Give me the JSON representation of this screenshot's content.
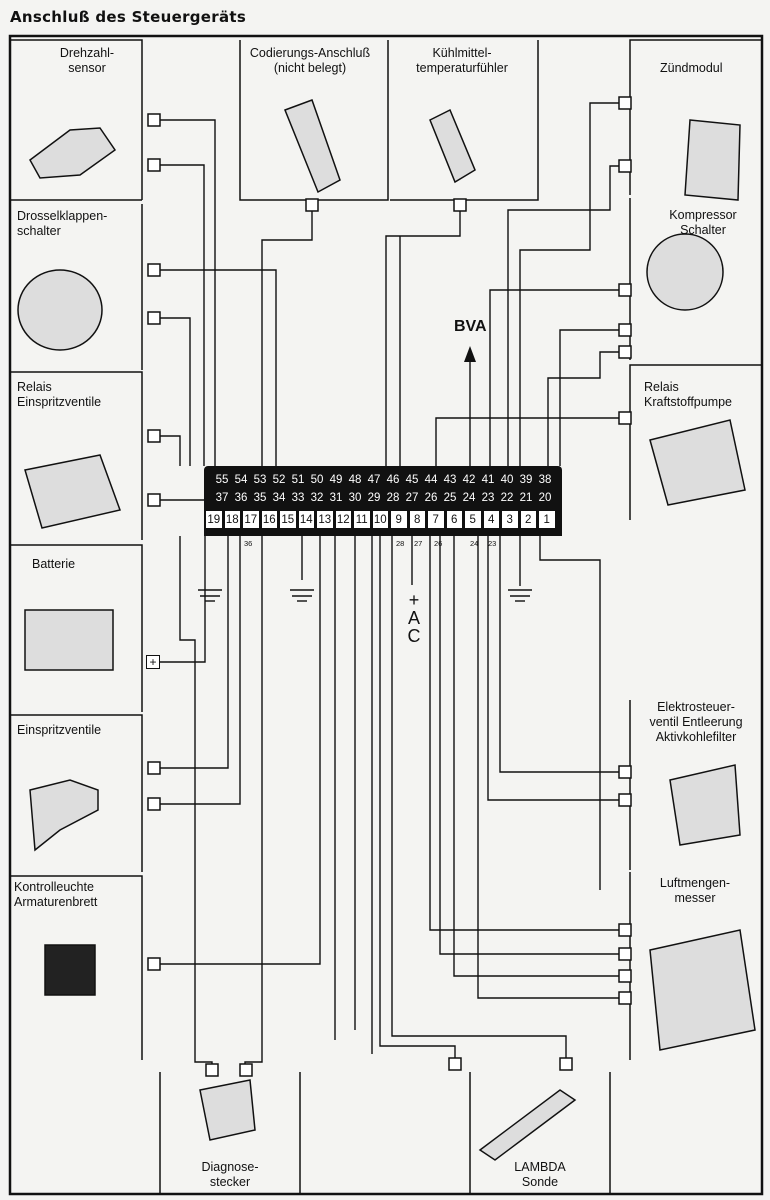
{
  "title": "Anschluß des Steuergeräts",
  "components": {
    "drehzahl": "Drehzahl-\nsensor",
    "codierung": "Codierungs-Anschluß\n(nicht belegt)",
    "kuehlmittel": "Kühlmittel-\ntemperaturfühler",
    "zuendmodul": "Zündmodul",
    "drosselklappen": "Drosselklappen-\nschalter",
    "kompressor": "Kompressor\nSchalter",
    "relais_einspritz": "Relais\nEinspritzventile",
    "relais_kraftstoff": "Relais\nKraftstoffpumpe",
    "batterie": "Batterie",
    "einspritzventile": "Einspritzventile",
    "elektroventil": "Elektrosteuer-\nventil Entleerung\nAktivkohlefilter",
    "kontrollleuchte": "Kontrolleuchte\nArmaturenbrett",
    "luftmengen": "Luftmengen-\nmesser",
    "diagnose": "Diagnose-\nstecker",
    "lambda": "LAMBDA\nSonde"
  },
  "connector": {
    "row1": [
      "55",
      "54",
      "53",
      "52",
      "51",
      "50",
      "49",
      "48",
      "47",
      "46",
      "45",
      "44",
      "43",
      "42",
      "41",
      "40",
      "39",
      "38"
    ],
    "row2": [
      "37",
      "36",
      "35",
      "34",
      "33",
      "32",
      "31",
      "30",
      "29",
      "28",
      "27",
      "26",
      "25",
      "24",
      "23",
      "22",
      "21",
      "20"
    ],
    "row3": [
      "19",
      "18",
      "17",
      "16",
      "15",
      "14",
      "13",
      "12",
      "11",
      "10",
      "9",
      "8",
      "7",
      "6",
      "5",
      "4",
      "3",
      "2",
      "1"
    ],
    "sub_labels": [
      "36",
      "28",
      "27",
      "26",
      "24",
      "23"
    ]
  },
  "markers": {
    "bva": "BVA",
    "ac_plus": "+",
    "ac_a": "A",
    "ac_c": "C",
    "battery_plus": "+"
  }
}
